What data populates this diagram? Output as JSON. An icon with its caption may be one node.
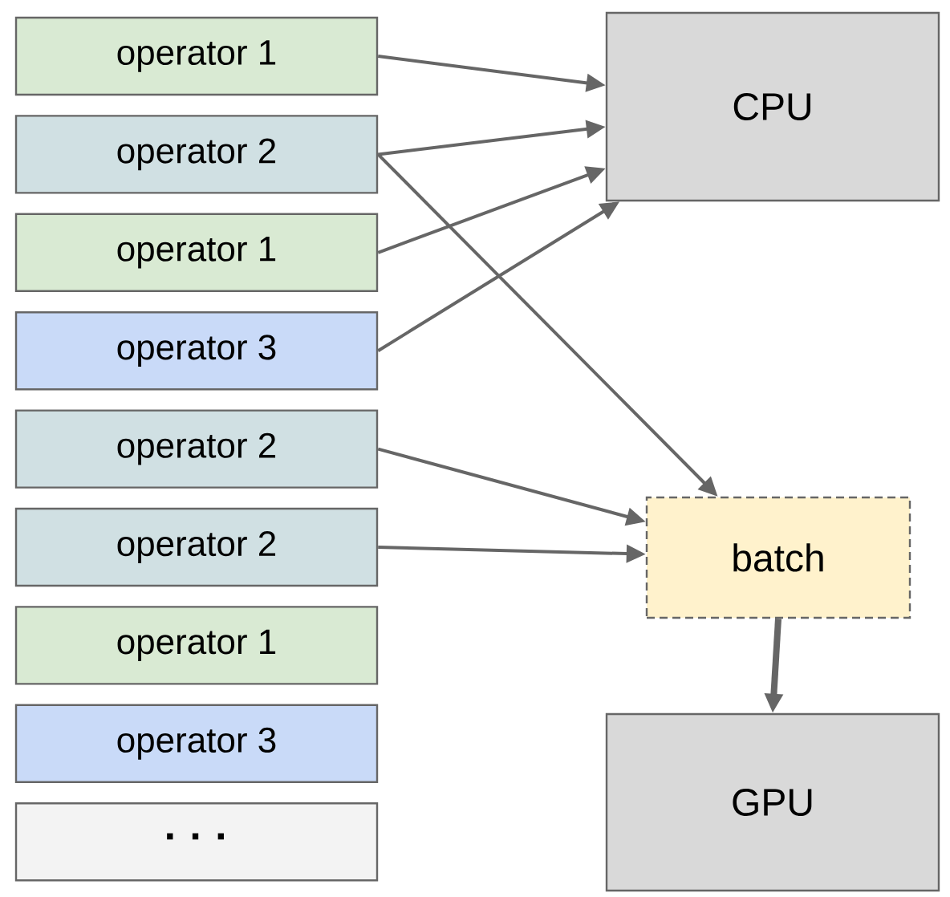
{
  "diagram": {
    "nodes": [
      {
        "text": [
          "operator 1"
        ]
      },
      {
        "text": [
          "operator 2"
        ]
      },
      {
        "text": [
          "operator 1"
        ]
      },
      {
        "text": [
          "operator 3"
        ]
      },
      {
        "text": [
          "operator 2"
        ]
      },
      {
        "text": [
          "operator 2"
        ]
      },
      {
        "text": [
          "operator 1"
        ]
      },
      {
        "text": [
          "operator 3"
        ]
      },
      {
        "text": [
          "· · ·"
        ]
      },
      {
        "text": [
          "CPU"
        ]
      },
      {
        "text": [
          "batch"
        ]
      },
      {
        "text": [
          "GPU"
        ]
      }
    ],
    "edges": [
      {
        "from": 0,
        "to": 9,
        "arrow": "to"
      },
      {
        "from": 1,
        "to": 9,
        "arrow": "to"
      },
      {
        "from": 1,
        "to": 10,
        "arrow": "to"
      },
      {
        "from": 2,
        "to": 9,
        "arrow": "to"
      },
      {
        "from": 3,
        "to": 9,
        "arrow": "to"
      },
      {
        "from": 4,
        "to": 10,
        "arrow": "to"
      },
      {
        "from": 5,
        "to": 10,
        "arrow": "to"
      },
      {
        "from": 10,
        "to": 11,
        "arrow": "to",
        "style": "thick"
      }
    ]
  }
}
